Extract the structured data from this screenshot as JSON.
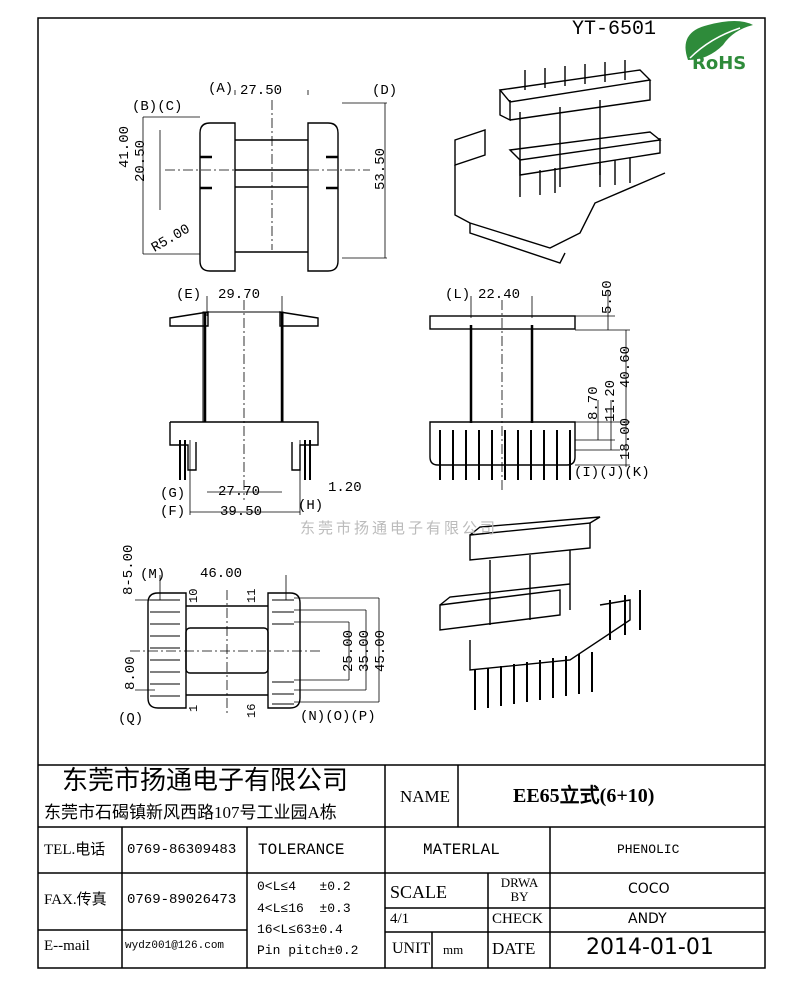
{
  "drawing": {
    "part_number": "YT-6501",
    "rohs_label": "RoHS",
    "watermark": "东莞市扬通电子有限公司",
    "top_view": {
      "labels": [
        "(A)",
        "(B)(C)",
        "(D)"
      ],
      "dims": {
        "width": "27.50",
        "outer": "41.00",
        "inner": "20.50",
        "height": "53.50",
        "radius": "R5.00"
      }
    },
    "front_view": {
      "labels": [
        "(E)",
        "(G)",
        "(F)",
        "(H)"
      ],
      "dims": {
        "top": "29.70",
        "bottom_inner": "27.70",
        "bottom_outer": "39.50",
        "pin": "1.20"
      }
    },
    "side_view": {
      "labels": [
        "(L)",
        "(I)(J)(K)"
      ],
      "dims": {
        "top": "22.40",
        "flange": "5.50",
        "height": "40.60",
        "d1": "8.70",
        "d2": "11.20",
        "pin": "18.00"
      }
    },
    "bottom_view": {
      "labels": [
        "(M)",
        "(Q)",
        "(N)(O)(P)"
      ],
      "dims": {
        "pitch": "8-5.00",
        "width": "46.00",
        "gap": "8.00",
        "d25": "25.00",
        "d35": "35.00",
        "d45": "45.00"
      },
      "pin_numbers": [
        "10",
        "11",
        "1",
        "16"
      ]
    }
  },
  "title_block": {
    "company": "东莞市扬通电子有限公司",
    "address": "东莞市石碣镇新风西路107号工业园A栋",
    "name_label": "NAME",
    "name_value": "EE65立式(6+10)",
    "tel_label": "TEL.电话",
    "tel_value": "0769-86309483",
    "fax_label": "FAX.传真",
    "fax_value": "0769-89026473",
    "email_label": "E--mail",
    "email_value": "wydz001@126.com",
    "tolerance_label": "TOLERANCE",
    "tolerances": [
      "0<L≤4   ±0.2",
      "4<L≤16  ±0.3",
      "16<L≤63±0.4",
      "Pin pitch±0.2"
    ],
    "material_label": "MATERLAL",
    "material_value": "PHENOLIC",
    "scale_label": "SCALE",
    "scale_value": "4/1",
    "drawn_by_label": "DRWA BY",
    "drawn_by_value": "COCO",
    "check_label": "CHECK",
    "check_value": "ANDY",
    "unit_label": "UNIT",
    "unit_value": "mm",
    "date_label": "DATE",
    "date_value": "2014-01-01"
  }
}
